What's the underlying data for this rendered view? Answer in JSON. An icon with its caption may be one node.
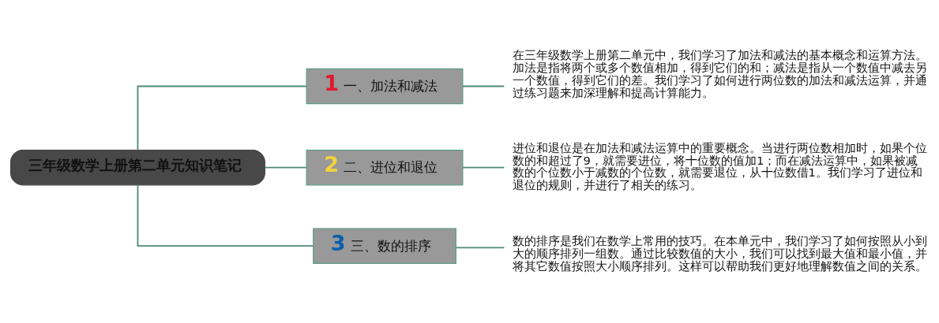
{
  "diagram": {
    "nodes": [
      {
        "text": [
          "三年级数学上册第二单元知识笔记"
        ]
      },
      {
        "text": [
          "1",
          "一、加法和减法"
        ]
      },
      {
        "text": [
          "在三年级数学上册第二单元中，我们学习了加法和减法的基本概念和运算方法。加法是指将两个或多个数值相加，得到它们的和；减法是指从一个数值中减去另一个数值，得到它们的差。我们学习了如何进行两位数的加法和减法运算，并通过练习题来加深理解和提高计算能力。"
        ]
      },
      {
        "text": [
          "2",
          "二、进位和退位"
        ]
      },
      {
        "text": [
          "进位和退位是在加法和减法运算中的重要概念。当进行两位数相加时，如果个位数的和超过了9，就需要进位，将十位数的值加1；而在减法运算中，如果被减数的个位数小于减数的个位数，就需要退位，从十位数借1。我们学习了进位和退位的规则，并进行了相关的练习。"
        ]
      },
      {
        "text": [
          "3",
          "三、数的排序"
        ]
      },
      {
        "text": [
          "数的排序是我们在数学上常用的技巧。在本单元中，我们学习了如何按照从小到大的顺序排列一组数。通过比较数值的大小，我们可以找到最大值和最小值，并将其它数值按照大小顺序排列。这样可以帮助我们更好地理解数值之间的关系。"
        ]
      }
    ],
    "edges": [
      {
        "from": 0,
        "to": 1,
        "arrow": "none"
      },
      {
        "from": 0,
        "to": 3,
        "arrow": "none"
      },
      {
        "from": 0,
        "to": 5,
        "arrow": "none"
      },
      {
        "from": 1,
        "to": 2,
        "arrow": "none"
      },
      {
        "from": 3,
        "to": 4,
        "arrow": "none"
      },
      {
        "from": 5,
        "to": 6,
        "arrow": "none"
      }
    ]
  }
}
